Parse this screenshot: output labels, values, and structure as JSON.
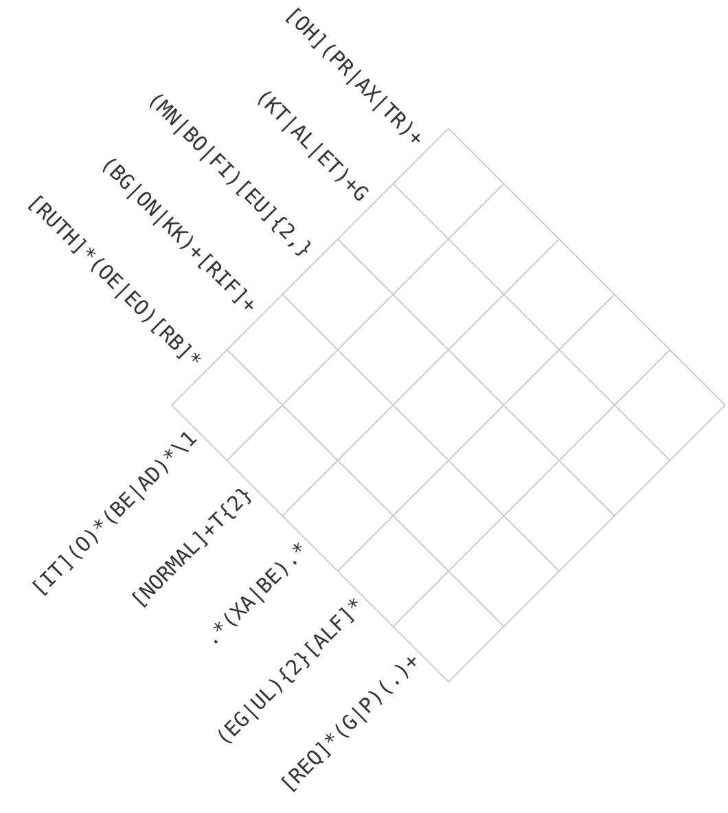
{
  "puzzle": {
    "rows": 5,
    "cols": 5,
    "top_clues": [
      "[OH](PR|AX|TR)+",
      "(KT|AL|ET)+G",
      "(MN|BO|FI)[EU]{2,}",
      "(BG|ON|KK)+[RIF]+",
      "[RUTH]*(OE|EO)[RB]*"
    ],
    "bottom_clues": [
      "[IT](O)*(BE|AD)*\\1",
      "[NORMAL]+T{2}",
      ".*(XA|BE).*",
      "(EG|UL){2}[ALF]*",
      "[REQ]*(G|P)(.)+"
    ],
    "colors": {
      "grid": "#cccccc",
      "text": "#333333",
      "background": "#ffffff"
    }
  }
}
